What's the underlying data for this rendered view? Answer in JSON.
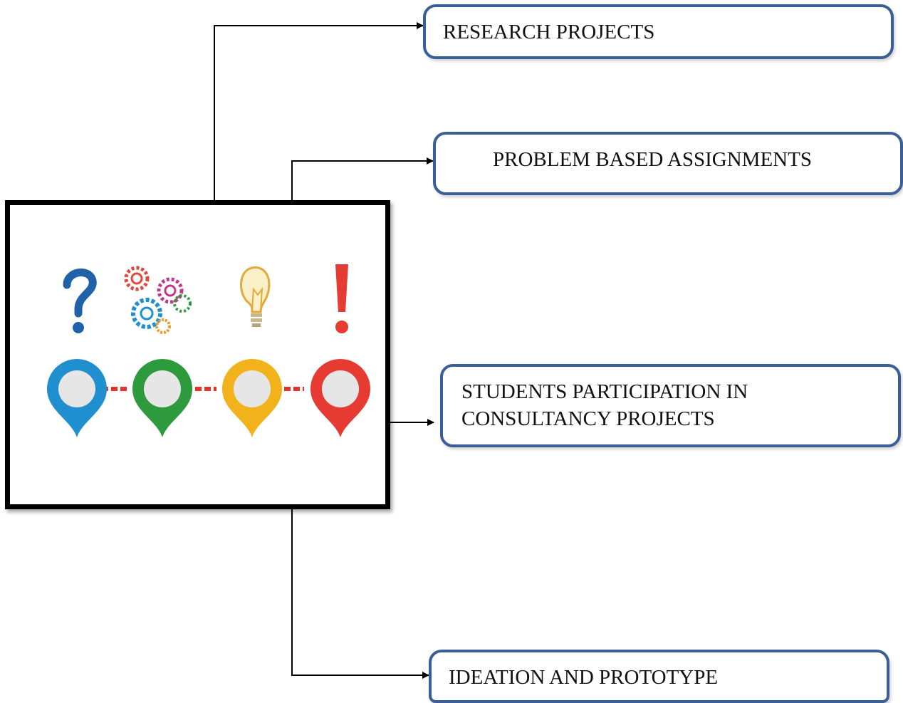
{
  "boxes": {
    "research": "RESEARCH PROJECTS",
    "problem": "PROBLEM BASED ASSIGNMENTS",
    "students": "STUDENTS PARTICIPATION IN\nCONSULTANCY PROJECTS",
    "ideation": "IDEATION AND PROTOTYPE"
  },
  "colors": {
    "box_border": "#3a5f98",
    "arrow": "#000000",
    "pin_blue": "#1f8fd0",
    "pin_green": "#2e9a3e",
    "pin_yellow": "#f2b21c",
    "pin_red": "#e53b32"
  },
  "illustration_icons": [
    "question-mark-icon",
    "gears-icon",
    "lightbulb-icon",
    "exclamation-mark-icon"
  ]
}
